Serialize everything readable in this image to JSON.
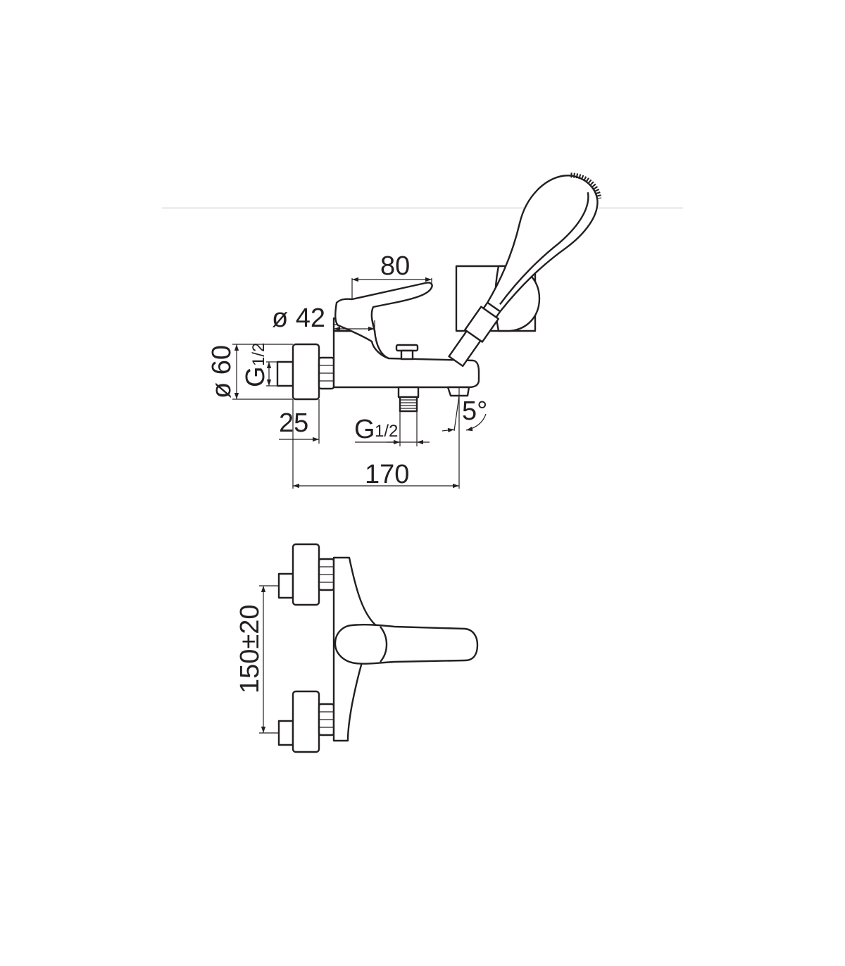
{
  "dimensions": {
    "lever_length": "80",
    "lever_base_diameter": "ø 42",
    "wall_flange_diameter": "ø 60",
    "inlet_thread_g": "G",
    "inlet_thread_fraction": "1/2",
    "flange_depth": "25",
    "outlet_thread_g": "G",
    "outlet_thread_fraction": "1/2",
    "spout_angle": "5°",
    "total_projection": "170",
    "center_distance": "150±20"
  }
}
